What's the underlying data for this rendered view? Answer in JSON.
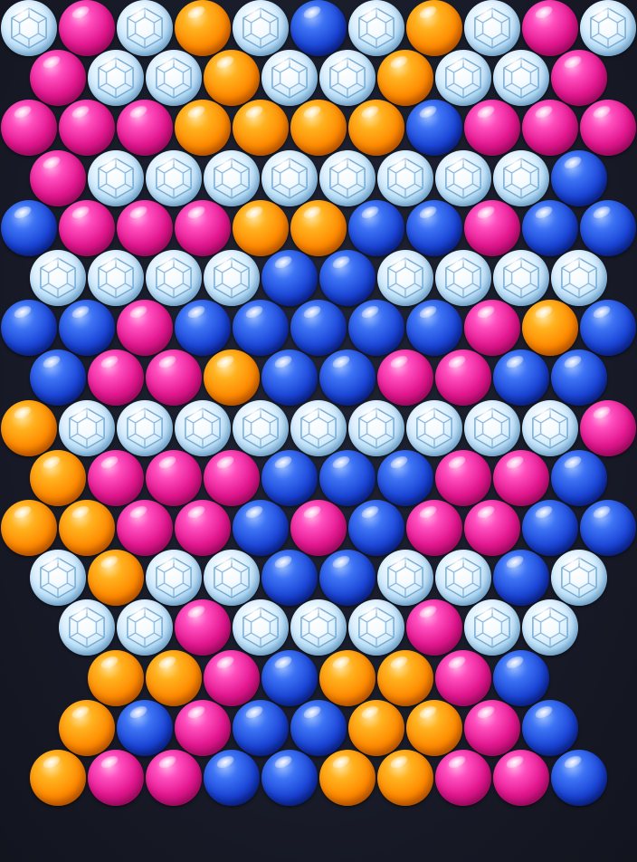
{
  "game": {
    "name": "bubble-shooter",
    "colors": {
      "pink": "#e3178f",
      "orange": "#ff8a00",
      "blue": "#1a45d6",
      "diamond": "#bfe3fa"
    },
    "rows": [
      [
        "D",
        "P",
        "D",
        "O",
        "D",
        "B",
        "D",
        "O",
        "D",
        "P",
        "D"
      ],
      [
        "P",
        "D",
        "D",
        "O",
        "D",
        "D",
        "O",
        "D",
        "D",
        "P"
      ],
      [
        "P",
        "P",
        "P",
        "O",
        "O",
        "O",
        "O",
        "B",
        "P",
        "P",
        "P"
      ],
      [
        "P",
        "D",
        "D",
        "D",
        "D",
        "D",
        "D",
        "D",
        "D",
        "B"
      ],
      [
        "B",
        "P",
        "P",
        "P",
        "O",
        "O",
        "B",
        "B",
        "P",
        "B",
        "B"
      ],
      [
        "D",
        "D",
        "D",
        "D",
        "B",
        "B",
        "D",
        "D",
        "D",
        "D"
      ],
      [
        "B",
        "B",
        "P",
        "B",
        "B",
        "B",
        "B",
        "B",
        "P",
        "O",
        "B"
      ],
      [
        "B",
        "P",
        "P",
        "O",
        "B",
        "B",
        "P",
        "P",
        "B",
        "B"
      ],
      [
        "O",
        "D",
        "D",
        "D",
        "D",
        "D",
        "D",
        "D",
        "D",
        "D",
        "P"
      ],
      [
        "O",
        "P",
        "P",
        "P",
        "B",
        "B",
        "B",
        "P",
        "P",
        "B"
      ],
      [
        "O",
        "O",
        "P",
        "P",
        "B",
        "P",
        "B",
        "P",
        "P",
        "B",
        "B"
      ],
      [
        "D",
        "O",
        "D",
        "D",
        "B",
        "B",
        "D",
        "D",
        "B",
        "D"
      ],
      [
        null,
        "D",
        "D",
        "P",
        "D",
        "D",
        "D",
        "P",
        "D",
        "D"
      ],
      [
        null,
        "O",
        "O",
        "P",
        "B",
        "O",
        "O",
        "P",
        "B"
      ],
      [
        null,
        "O",
        "B",
        "P",
        "B",
        "B",
        "O",
        "O",
        "P",
        "B"
      ],
      [
        "O",
        "P",
        "P",
        "B",
        "B",
        "O",
        "O",
        "P",
        "P",
        "B"
      ]
    ]
  }
}
